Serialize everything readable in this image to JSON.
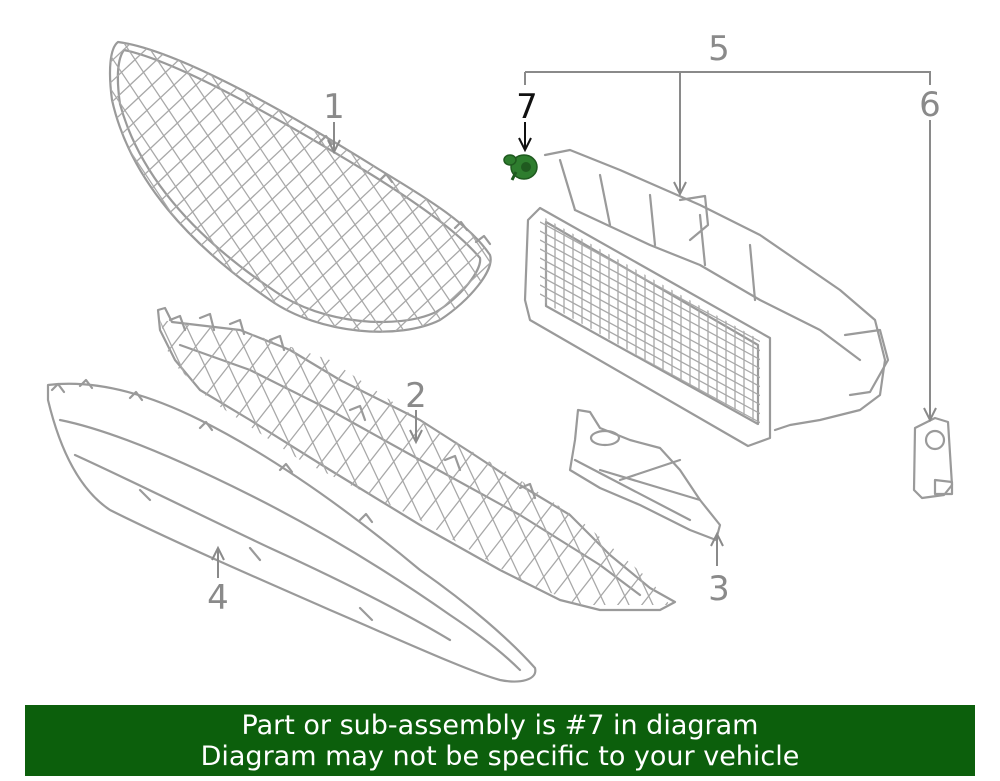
{
  "diagram": {
    "callouts": [
      "1",
      "2",
      "3",
      "4",
      "5",
      "6",
      "7"
    ],
    "highlighted_callout": "7",
    "highlight_color": "#2e7d2e",
    "line_color": "#9a9a9a"
  },
  "banner": {
    "line1": "Part or sub-assembly is #7 in diagram",
    "line2": "Diagram may not be specific to your vehicle",
    "background": "#0c5f0c"
  }
}
